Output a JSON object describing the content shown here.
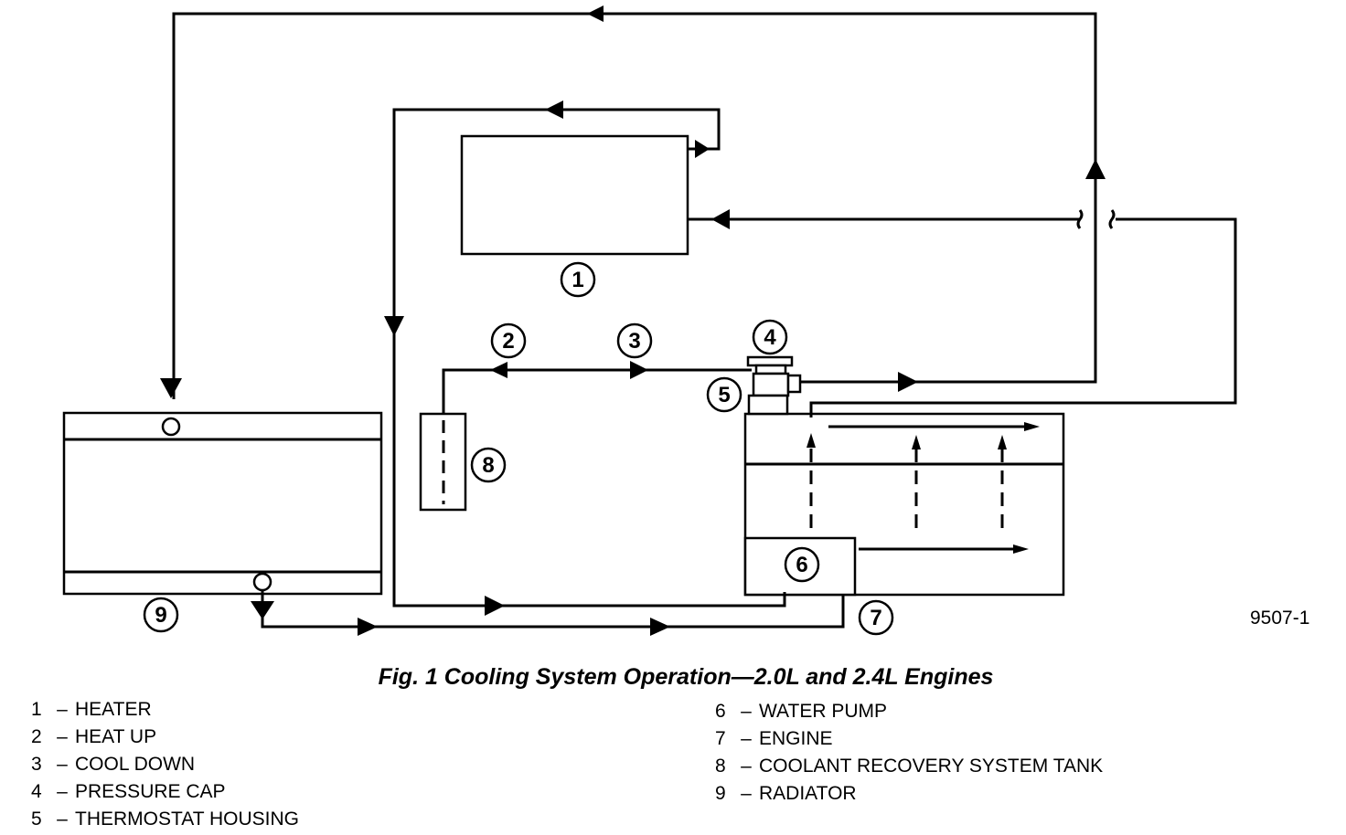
{
  "diagram": {
    "callouts": [
      "1",
      "2",
      "3",
      "4",
      "5",
      "6",
      "7",
      "8",
      "9"
    ],
    "figure_id": "9507-1"
  },
  "caption": "Fig. 1 Cooling System Operation—2.0L and 2.4L Engines",
  "legend_left": [
    {
      "num": "1",
      "dash": "–",
      "label": "HEATER"
    },
    {
      "num": "2",
      "dash": "–",
      "label": "HEAT UP"
    },
    {
      "num": "3",
      "dash": "–",
      "label": "COOL DOWN"
    },
    {
      "num": "4",
      "dash": "–",
      "label": "PRESSURE CAP"
    },
    {
      "num": "5",
      "dash": "–",
      "label": "THERMOSTAT HOUSING"
    }
  ],
  "legend_right": [
    {
      "num": "6",
      "dash": "–",
      "label": "WATER PUMP"
    },
    {
      "num": "7",
      "dash": "–",
      "label": "ENGINE"
    },
    {
      "num": "8",
      "dash": "–",
      "label": "COOLANT RECOVERY SYSTEM TANK"
    },
    {
      "num": "9",
      "dash": "–",
      "label": "RADIATOR"
    }
  ]
}
